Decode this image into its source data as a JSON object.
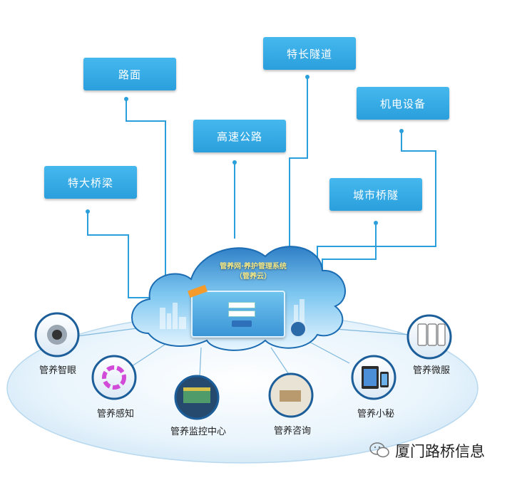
{
  "categories": [
    {
      "id": "road",
      "label": "路面"
    },
    {
      "id": "tunnel",
      "label": "特长隧道"
    },
    {
      "id": "electromech",
      "label": "机电设备"
    },
    {
      "id": "highway",
      "label": "高速公路"
    },
    {
      "id": "bridge",
      "label": "特大桥梁"
    },
    {
      "id": "urban",
      "label": "城市桥隧"
    }
  ],
  "cloud": {
    "title": "管养网·养护管理系统",
    "subtitle": "（管养云）"
  },
  "products": [
    {
      "id": "eye",
      "label": "管养智眼",
      "icon": "camera-icon"
    },
    {
      "id": "sense",
      "label": "管养感知",
      "icon": "sensor-icon"
    },
    {
      "id": "monitor",
      "label": "管养监控中心",
      "icon": "monitor-wall-icon"
    },
    {
      "id": "consult",
      "label": "管养咨询",
      "icon": "office-icon"
    },
    {
      "id": "assistant",
      "label": "管养小秘",
      "icon": "tablet-phone-icon"
    },
    {
      "id": "wechat",
      "label": "管养微服",
      "icon": "mobile-screens-icon"
    }
  ],
  "watermark": {
    "text": "厦门路桥信息",
    "icon": "wechat-icon"
  },
  "colors": {
    "box": "#2ea3e0",
    "line": "#2a9fdc",
    "ellipse": "#e3f1fb",
    "cloud": "#bfe3f7"
  }
}
